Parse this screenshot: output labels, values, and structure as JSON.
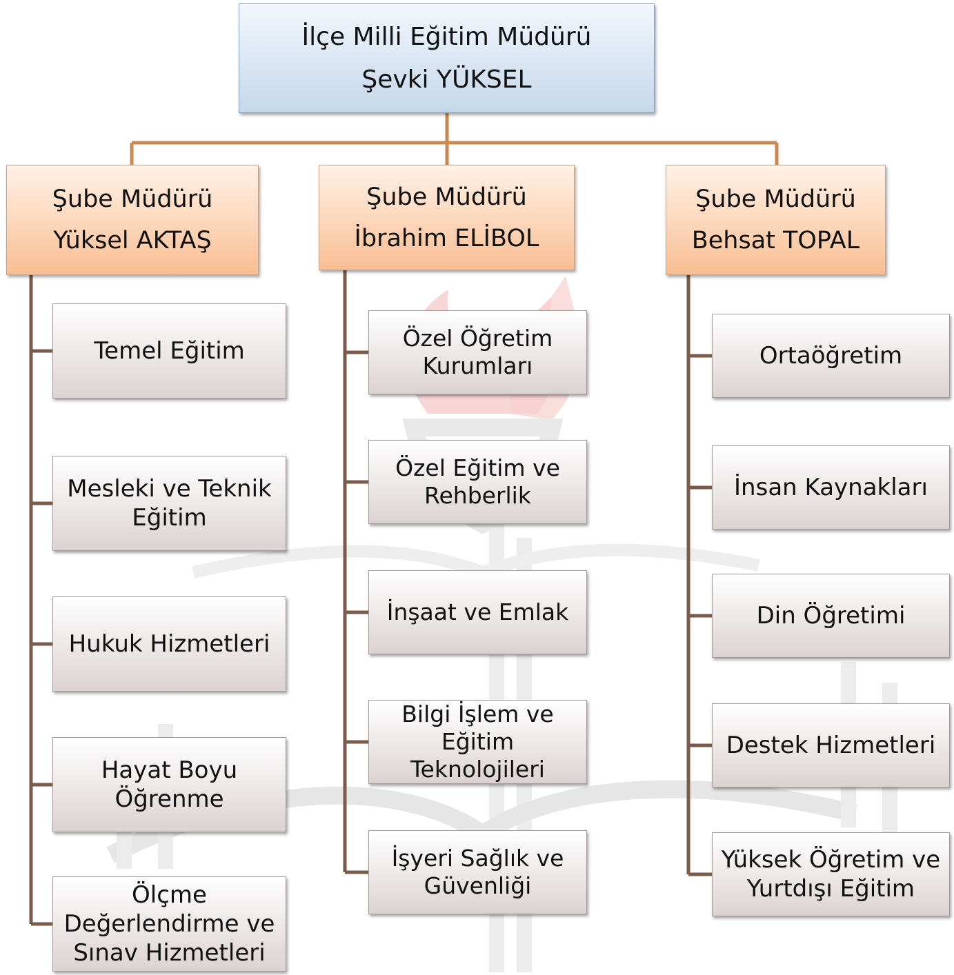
{
  "director": {
    "title": "İlçe Milli Eğitim Müdürü",
    "name": "Şevki YÜKSEL"
  },
  "branches": [
    {
      "title": "Şube Müdürü",
      "name": "Yüksel AKTAŞ",
      "units": [
        "Temel Eğitim",
        "Mesleki ve Teknik Eğitim",
        "Hukuk Hizmetleri",
        "Hayat Boyu Öğrenme",
        "Ölçme Değerlendirme ve Sınav Hizmetleri"
      ]
    },
    {
      "title": "Şube Müdürü",
      "name": "İbrahim ELİBOL",
      "units": [
        "Özel Öğretim Kurumları",
        "Özel Eğitim ve Rehberlik",
        "İnşaat ve Emlak",
        "Bilgi İşlem ve Eğitim Teknolojileri",
        "İşyeri Sağlık ve Güvenliği"
      ]
    },
    {
      "title": "Şube Müdürü",
      "name": "Behsat TOPAL",
      "units": [
        "Ortaöğretim",
        "İnsan Kaynakları",
        "Din Öğretimi",
        "Destek Hizmetleri",
        "Yüksek Öğretim ve Yurtdışı Eğitim"
      ]
    }
  ],
  "colors": {
    "connector": "#c98a52",
    "tree_line": "#7a5a4a",
    "top_fill": "#d9e6f3",
    "manager_fill": "#fcd6b9",
    "unit_fill": "#ece7e7",
    "watermark_red": "#f6c8c8",
    "watermark_gray": "#ececec"
  },
  "icons": {
    "watermark": "torch-book-emblem-icon"
  }
}
